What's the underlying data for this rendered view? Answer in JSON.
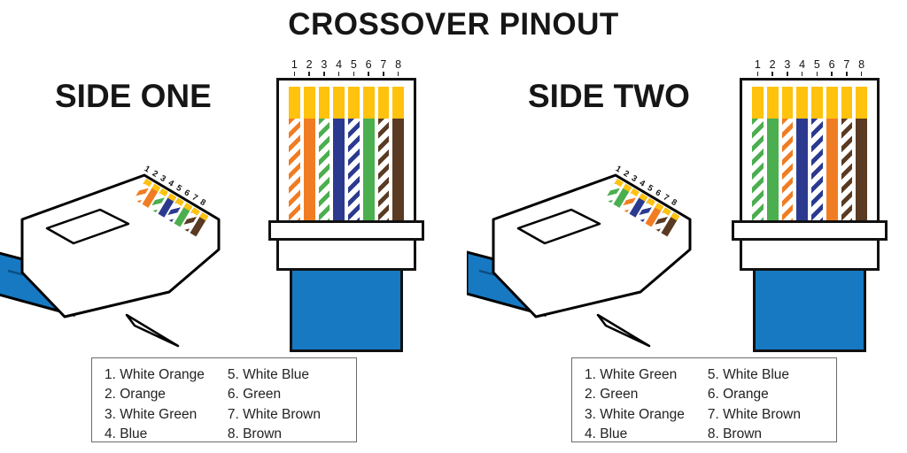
{
  "title": "CROSSOVER PINOUT",
  "colors": {
    "orange": "#F07D23",
    "green": "#4BAE4F",
    "blue": "#2B3A8F",
    "brown": "#5A3A22",
    "gold": "#FFC20D",
    "cable": "#1779C2",
    "ink": "#161616"
  },
  "sides": [
    {
      "name": "SIDE ONE",
      "pins": [
        {
          "num": "1",
          "color": "white-orange"
        },
        {
          "num": "2",
          "color": "orange"
        },
        {
          "num": "3",
          "color": "white-green"
        },
        {
          "num": "4",
          "color": "blue"
        },
        {
          "num": "5",
          "color": "white-blue"
        },
        {
          "num": "6",
          "color": "green"
        },
        {
          "num": "7",
          "color": "white-brown"
        },
        {
          "num": "8",
          "color": "brown"
        }
      ],
      "legend": {
        "col1": [
          "1. White Orange",
          "2. Orange",
          "3. White Green",
          "4. Blue"
        ],
        "col2": [
          "5. White Blue",
          "6. Green",
          "7. White Brown",
          "8. Brown"
        ]
      }
    },
    {
      "name": "SIDE TWO",
      "pins": [
        {
          "num": "1",
          "color": "white-green"
        },
        {
          "num": "2",
          "color": "green"
        },
        {
          "num": "3",
          "color": "white-orange"
        },
        {
          "num": "4",
          "color": "blue"
        },
        {
          "num": "5",
          "color": "white-blue"
        },
        {
          "num": "6",
          "color": "orange"
        },
        {
          "num": "7",
          "color": "white-brown"
        },
        {
          "num": "8",
          "color": "brown"
        }
      ],
      "legend": {
        "col1": [
          "1. White Green",
          "2. Green",
          "3. White Orange",
          "4. Blue"
        ],
        "col2": [
          "5. White Blue",
          "6. Orange",
          "7. White Brown",
          "8. Brown"
        ]
      }
    }
  ]
}
